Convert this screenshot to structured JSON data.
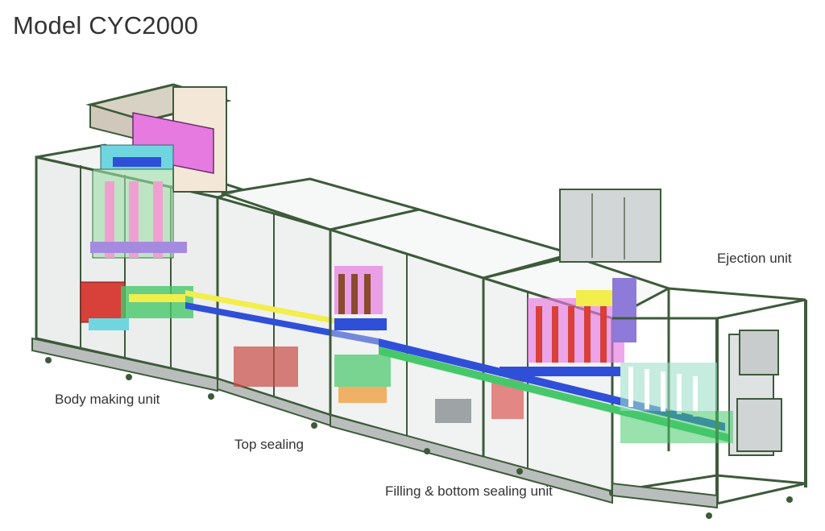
{
  "title": "Model CYC2000",
  "labels": {
    "body_making_unit": "Body making unit",
    "top_sealing": "Top sealing",
    "filling_bottom_sealing_unit": "Filling & bottom sealing unit",
    "ejection_unit": "Ejection unit"
  },
  "colors": {
    "frame": "#3d5a3a",
    "frame_light": "#8fa58c",
    "glass": "#d9dcdc",
    "magenta": "#e67ae0",
    "yellow": "#f2ee4c",
    "blue": "#2f4fd8",
    "green": "#46c86a",
    "red": "#d8403a",
    "cyan": "#6fd6e0",
    "orange": "#f0a040"
  }
}
